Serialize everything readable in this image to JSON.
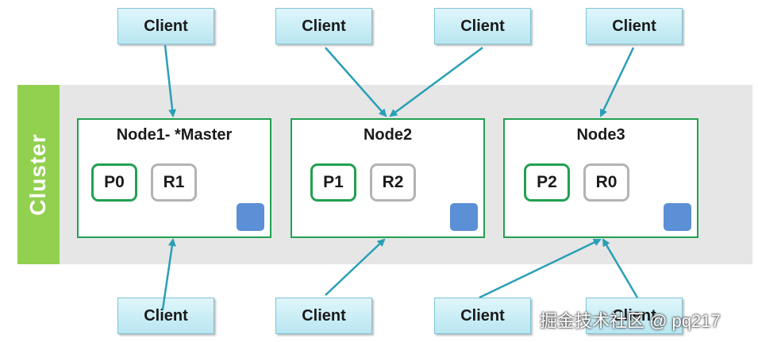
{
  "cluster": {
    "label": "Cluster"
  },
  "clients": {
    "top": [
      "Client",
      "Client",
      "Client",
      "Client"
    ],
    "bottom": [
      "Client",
      "Client",
      "Client",
      "Client"
    ]
  },
  "nodes": [
    {
      "title": "Node1- *Master",
      "primary": "P0",
      "replica": "R1"
    },
    {
      "title": "Node2",
      "primary": "P1",
      "replica": "R2"
    },
    {
      "title": "Node3",
      "primary": "P2",
      "replica": "R0"
    }
  ],
  "colors": {
    "cluster_band": "#e6e6e6",
    "cluster_label_bg": "#92d050",
    "node_border": "#22a050",
    "replica_border": "#b3b3b3",
    "node_marker": "#5b8fd6",
    "arrow": "#2a9fb6",
    "client_fill": "#c8eef7"
  },
  "watermark": "掘金技术社区 @ pq217"
}
